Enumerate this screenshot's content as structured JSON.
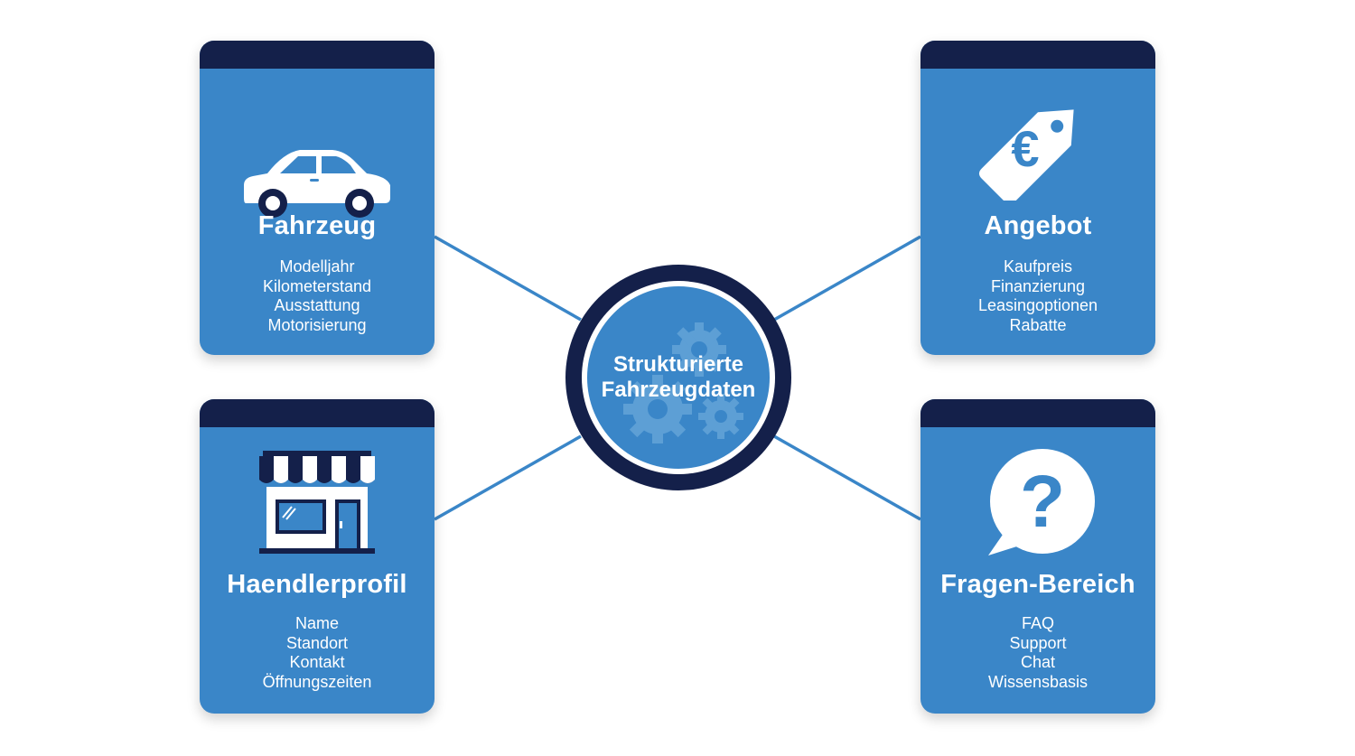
{
  "colors": {
    "card_bg": "#3a86c8",
    "navy": "#14204a",
    "connector": "#3a86c8",
    "gear": "#5d9fd5"
  },
  "hub": {
    "line1": "Strukturierte",
    "line2": "Fahrzeugdaten",
    "icon": "gears-icon"
  },
  "cards": {
    "fahrzeug": {
      "title": "Fahrzeug",
      "icon": "car-icon",
      "items": [
        "Modelljahr",
        "Kilometerstand",
        "Ausstattung",
        "Motorisierung"
      ]
    },
    "angebot": {
      "title": "Angebot",
      "icon": "euro-price-tag-icon",
      "items": [
        "Kaufpreis",
        "Finanzierung",
        "Leasingoptionen",
        "Rabatte"
      ]
    },
    "haendlerprofil": {
      "title": "Haendlerprofil",
      "icon": "storefront-icon",
      "items": [
        "Name",
        "Standort",
        "Kontakt",
        "Öffnungszeiten"
      ]
    },
    "fragen": {
      "title": "Fragen-Bereich",
      "icon": "question-speech-bubble-icon",
      "items": [
        "FAQ",
        "Support",
        "Chat",
        "Wissensbasis"
      ]
    }
  }
}
